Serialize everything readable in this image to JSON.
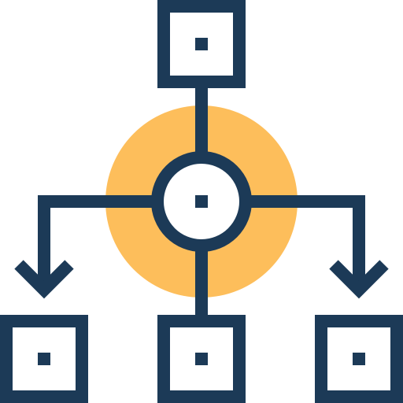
{
  "icon": {
    "name": "hierarchy-flow-icon",
    "colors": {
      "stroke": "#1C3A57",
      "accent": "#FDBE5B",
      "fill": "#ffffff"
    },
    "parts": [
      "top-box",
      "center-node",
      "left-branch-arrow",
      "right-branch-arrow",
      "bottom-left-box",
      "bottom-center-box",
      "bottom-right-box"
    ]
  }
}
